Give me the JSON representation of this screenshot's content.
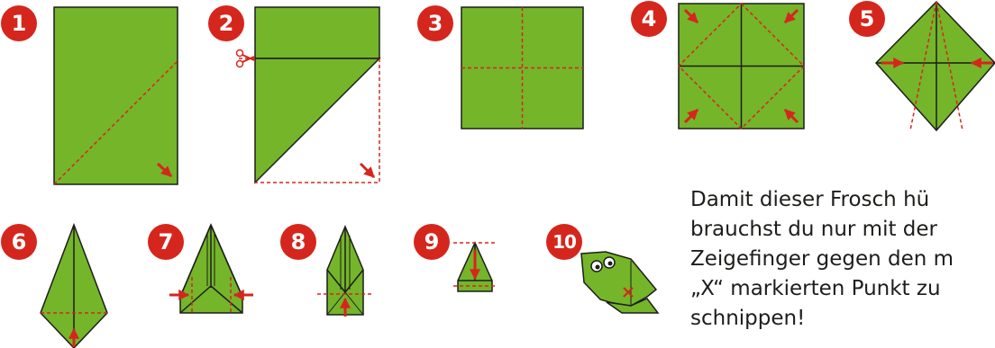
{
  "steps": [
    {
      "number": "1"
    },
    {
      "number": "2"
    },
    {
      "number": "3"
    },
    {
      "number": "4"
    },
    {
      "number": "5"
    },
    {
      "number": "6"
    },
    {
      "number": "7"
    },
    {
      "number": "8"
    },
    {
      "number": "9"
    },
    {
      "number": "10"
    }
  ],
  "caption": {
    "lines": [
      "Damit dieser Frosch hü",
      "brauchst du nur mit der",
      "Zeigefinger gegen den m",
      "„X“ markierten Punkt zu",
      "schnippen!"
    ]
  },
  "colors": {
    "paper": "#74b52a",
    "outline": "#1d1d1b",
    "fold_line": "#d5261d",
    "arrow": "#d5261d",
    "badge": "#d5261d"
  },
  "icons": [
    "scissors-icon",
    "arrow-icon",
    "eye-icon",
    "x-mark-icon"
  ]
}
